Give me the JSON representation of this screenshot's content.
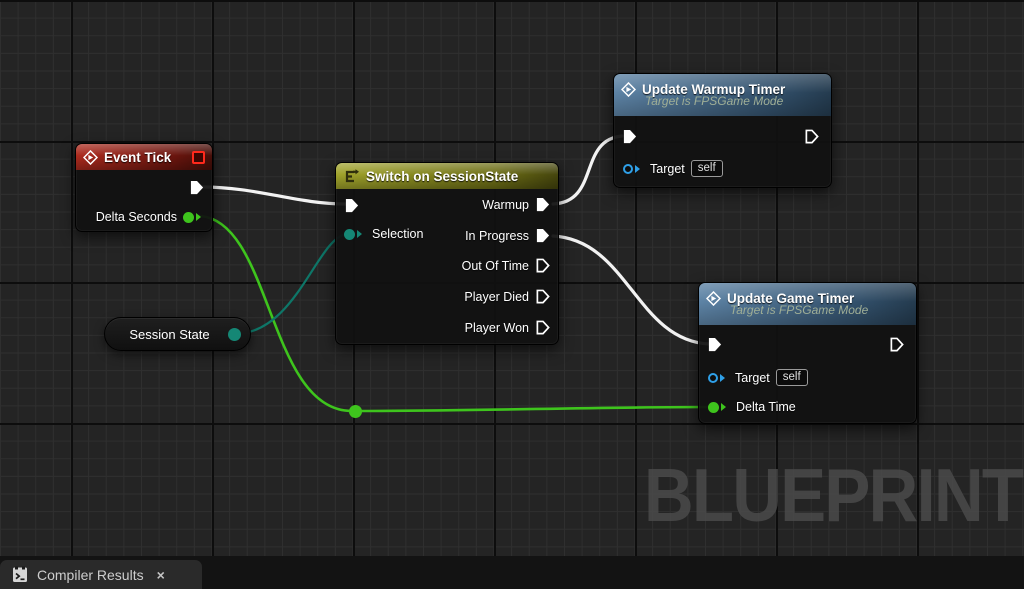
{
  "watermark": "BLUEPRINT",
  "bottom_bar": {
    "tab_label": "Compiler Results",
    "close_label": "×"
  },
  "nodes": {
    "event_tick": {
      "title": "Event Tick",
      "delta_seconds_label": "Delta Seconds"
    },
    "switch_session_state": {
      "title": "Switch on SessionState",
      "selection_label": "Selection",
      "outputs": [
        "Warmup",
        "In Progress",
        "Out Of Time",
        "Player Died",
        "Player Won"
      ]
    },
    "update_warmup_timer": {
      "title": "Update Warmup Timer",
      "subtitle": "Target is FPSGame Mode",
      "target_label": "Target",
      "target_value": "self"
    },
    "update_game_timer": {
      "title": "Update Game Timer",
      "subtitle": "Target is FPSGame Mode",
      "target_label": "Target",
      "target_value": "self",
      "delta_time_label": "Delta Time"
    },
    "session_state": {
      "label": "Session State"
    }
  },
  "colors": {
    "wire_exec": "#f2f2f2",
    "wire_green": "#3ec41d",
    "wire_teal": "#0e7668",
    "pin_green": "#3ec41d",
    "pin_teal": "#158775",
    "pin_blue": "#2fa0e8",
    "header_event_red": "#ad2b1e",
    "header_switch_olive": "#a0a32b",
    "header_function_blue": "#5d83a5"
  }
}
